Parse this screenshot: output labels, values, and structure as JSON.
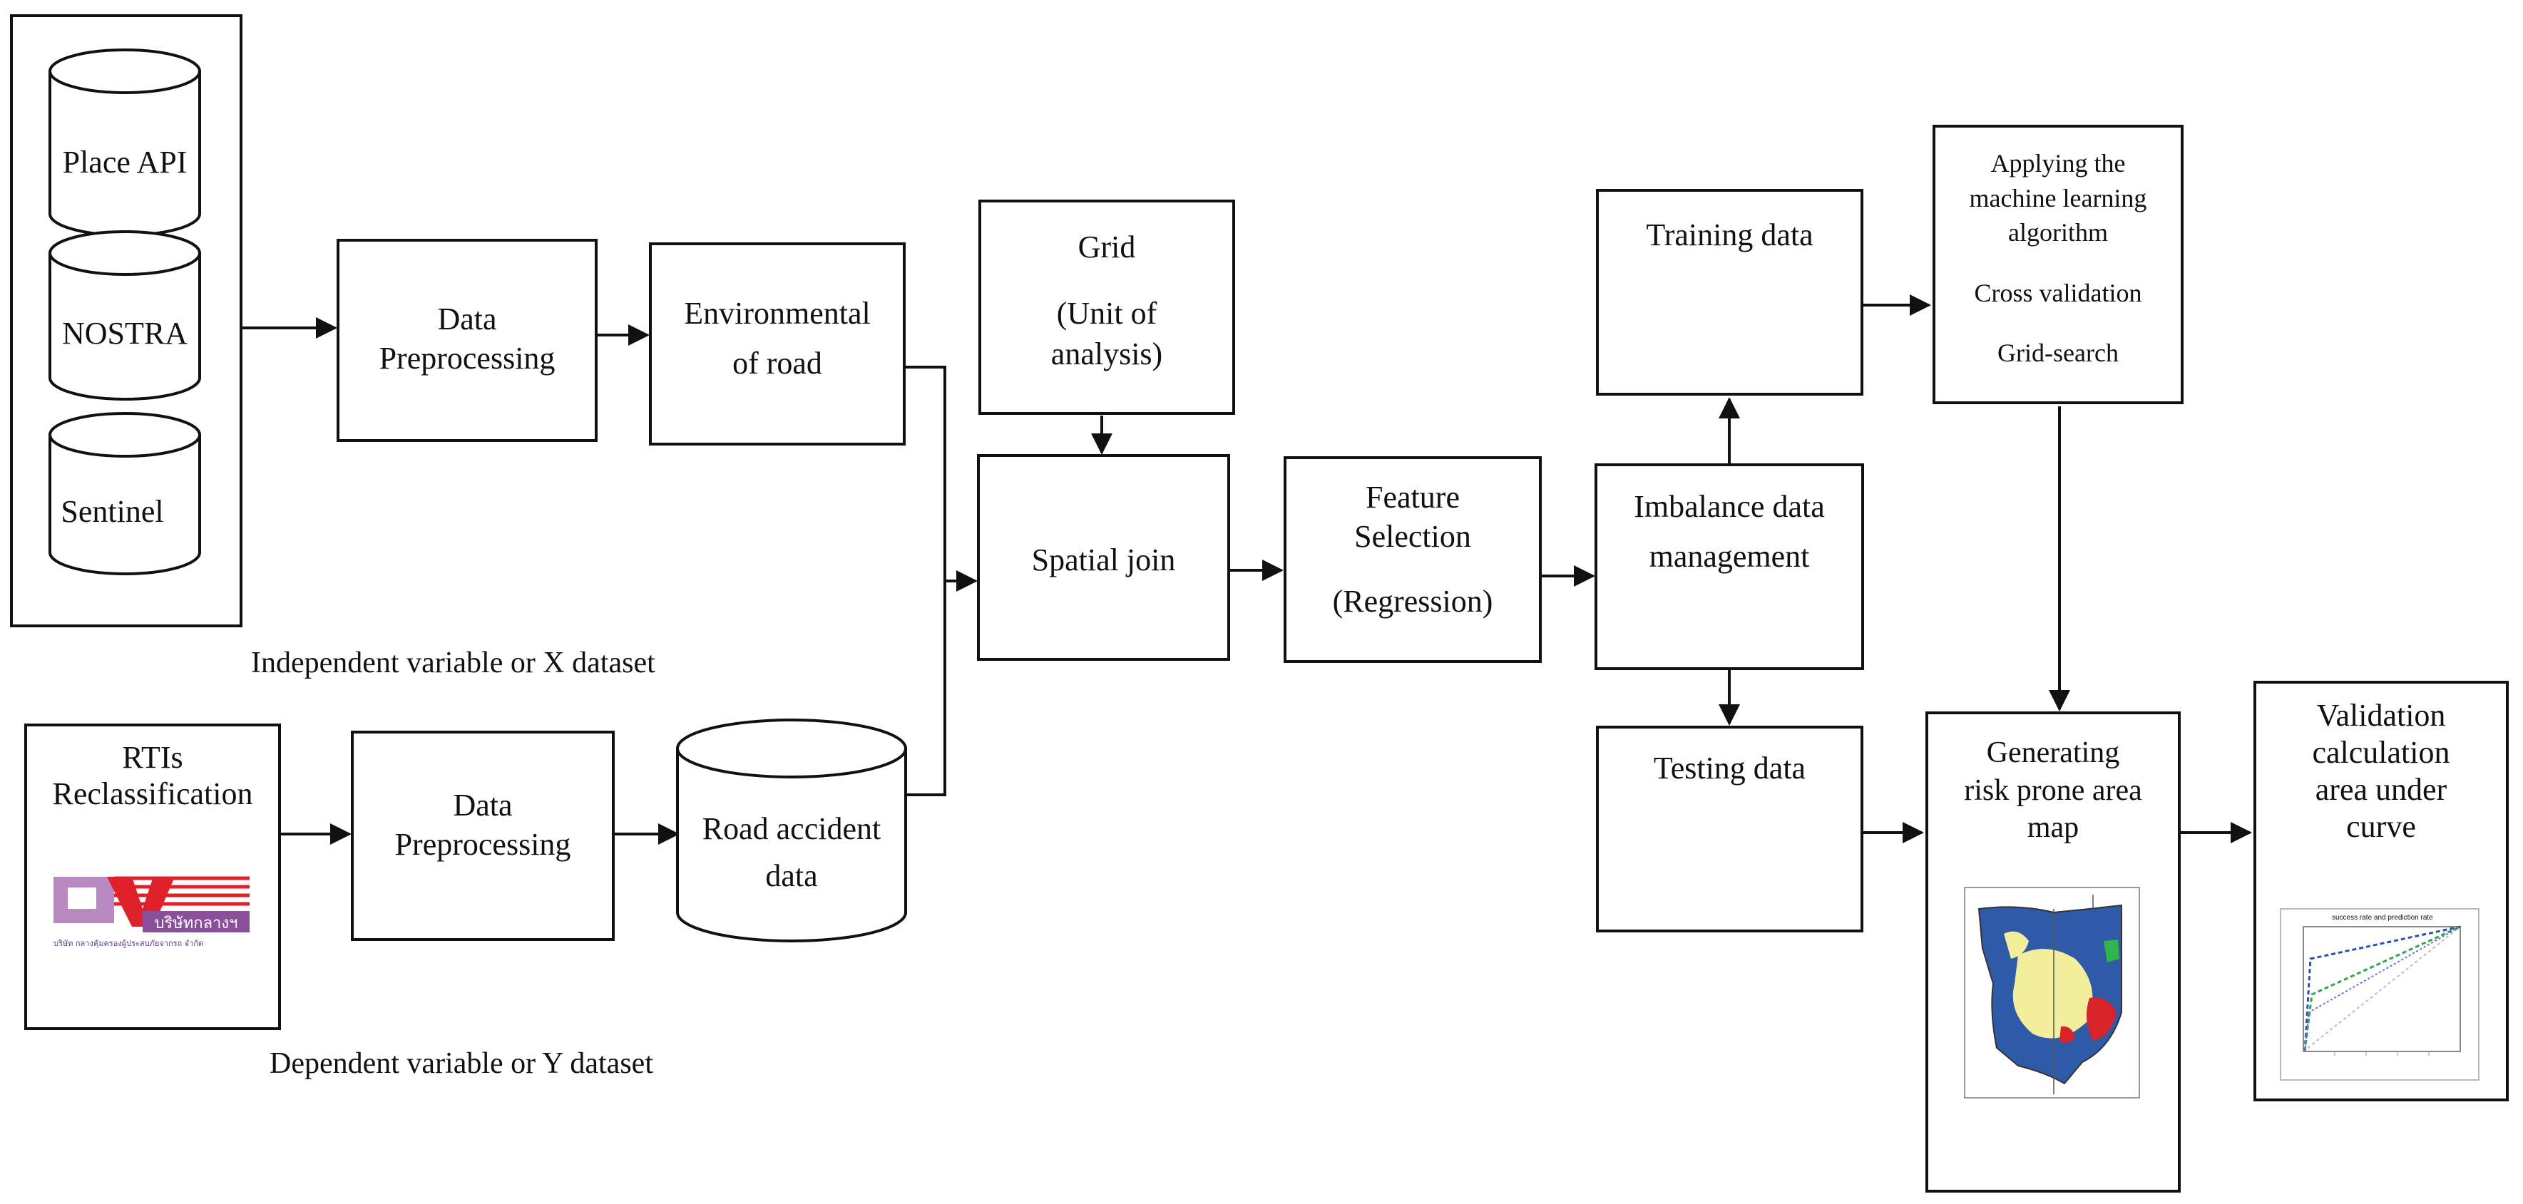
{
  "sources": {
    "place_api": "Place API",
    "nostra": "NOSTRA",
    "sentinel": "Sentinel"
  },
  "independent_label": "Independent variable or X dataset",
  "dependent_label": "Dependent variable or Y dataset",
  "rtis": {
    "line1": "RTIs",
    "line2": "Reclassification"
  },
  "logo_caption": "บริษัท กลางคุ้มครองผู้ประสบภัยจากรถ จำกัด",
  "data_preprocessing_top": {
    "line1": "Data",
    "line2": "Preprocessing"
  },
  "data_preprocessing_bottom": {
    "line1": "Data",
    "line2": "Preprocessing"
  },
  "environmental": {
    "line1": "Environmental",
    "line2": "of road"
  },
  "road_accident": {
    "line1": "Road accident",
    "line2": "data"
  },
  "grid": {
    "line1": "Grid",
    "line2": "(Unit of",
    "line3": "analysis)"
  },
  "spatial_join": "Spatial join",
  "feature_selection": {
    "line1": "Feature",
    "line2": "Selection",
    "line3": "(Regression)"
  },
  "imbalance": {
    "line1": "Imbalance data",
    "line2": "management"
  },
  "training": "Training data",
  "testing": "Testing data",
  "ml": {
    "line1": "Applying the",
    "line2": "machine learning",
    "line3": "algorithm",
    "line4": "Cross validation",
    "line5": "Grid-search"
  },
  "risk_map": {
    "line1": "Generating",
    "line2": "risk prone area",
    "line3": "map"
  },
  "validation": {
    "line1": "Validation",
    "line2": "calculation",
    "line3": "area under",
    "line4": "curve"
  },
  "roc_chart_title": "success rate and prediction rate",
  "colors": {
    "line": "#111111",
    "logo_red": "#e0202a",
    "logo_purple": "#8a4f9a",
    "map_blue": "#2e5aa8",
    "map_yellow": "#f3ee9c",
    "map_red": "#d8232a"
  }
}
